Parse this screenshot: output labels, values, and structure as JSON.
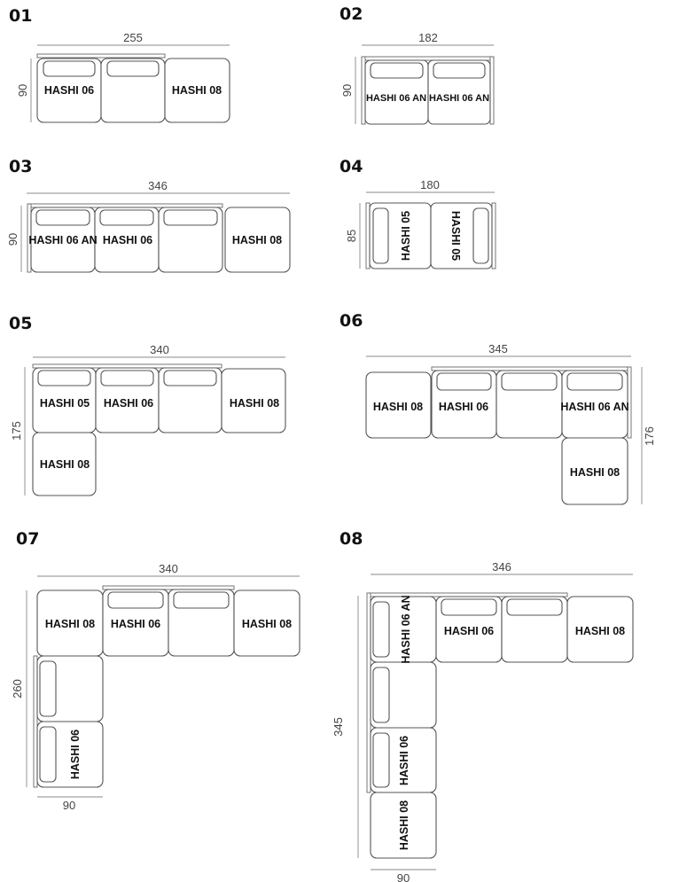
{
  "configs": [
    {
      "id": "01",
      "width": "255",
      "depth": "90",
      "modules": [
        "HASHI 06",
        "",
        "HASHI 08"
      ]
    },
    {
      "id": "02",
      "width": "182",
      "depth": "90",
      "modules": [
        "HASHI 06 AN",
        "HASHI 06 AN"
      ]
    },
    {
      "id": "03",
      "width": "346",
      "depth": "90",
      "modules": [
        "HASHI 06 AN",
        "HASHI 06",
        "",
        "HASHI 08"
      ]
    },
    {
      "id": "04",
      "width": "180",
      "depth": "85",
      "modules": [
        "HASHI 05",
        "HASHI 05"
      ]
    },
    {
      "id": "05",
      "width": "340",
      "depth": "175",
      "modules": [
        "HASHI 05",
        "HASHI 06",
        "",
        "HASHI 08",
        "HASHI 08"
      ]
    },
    {
      "id": "06",
      "width": "345",
      "depth": "176",
      "modules": [
        "HASHI 08",
        "HASHI 06",
        "",
        "HASHI 06 AN",
        "HASHI 08"
      ]
    },
    {
      "id": "07",
      "width": "340",
      "depth": "260",
      "bottom_width": "90",
      "modules": [
        "HASHI 08",
        "HASHI 06",
        "",
        "HASHI 08",
        "",
        "HASHI 06"
      ]
    },
    {
      "id": "08",
      "width": "346",
      "depth": "345",
      "bottom_width": "90",
      "modules": [
        "HASHI 06 AN",
        "HASHI 06",
        "",
        "HASHI 08",
        "",
        "HASHI 06",
        "HASHI 08"
      ]
    }
  ]
}
